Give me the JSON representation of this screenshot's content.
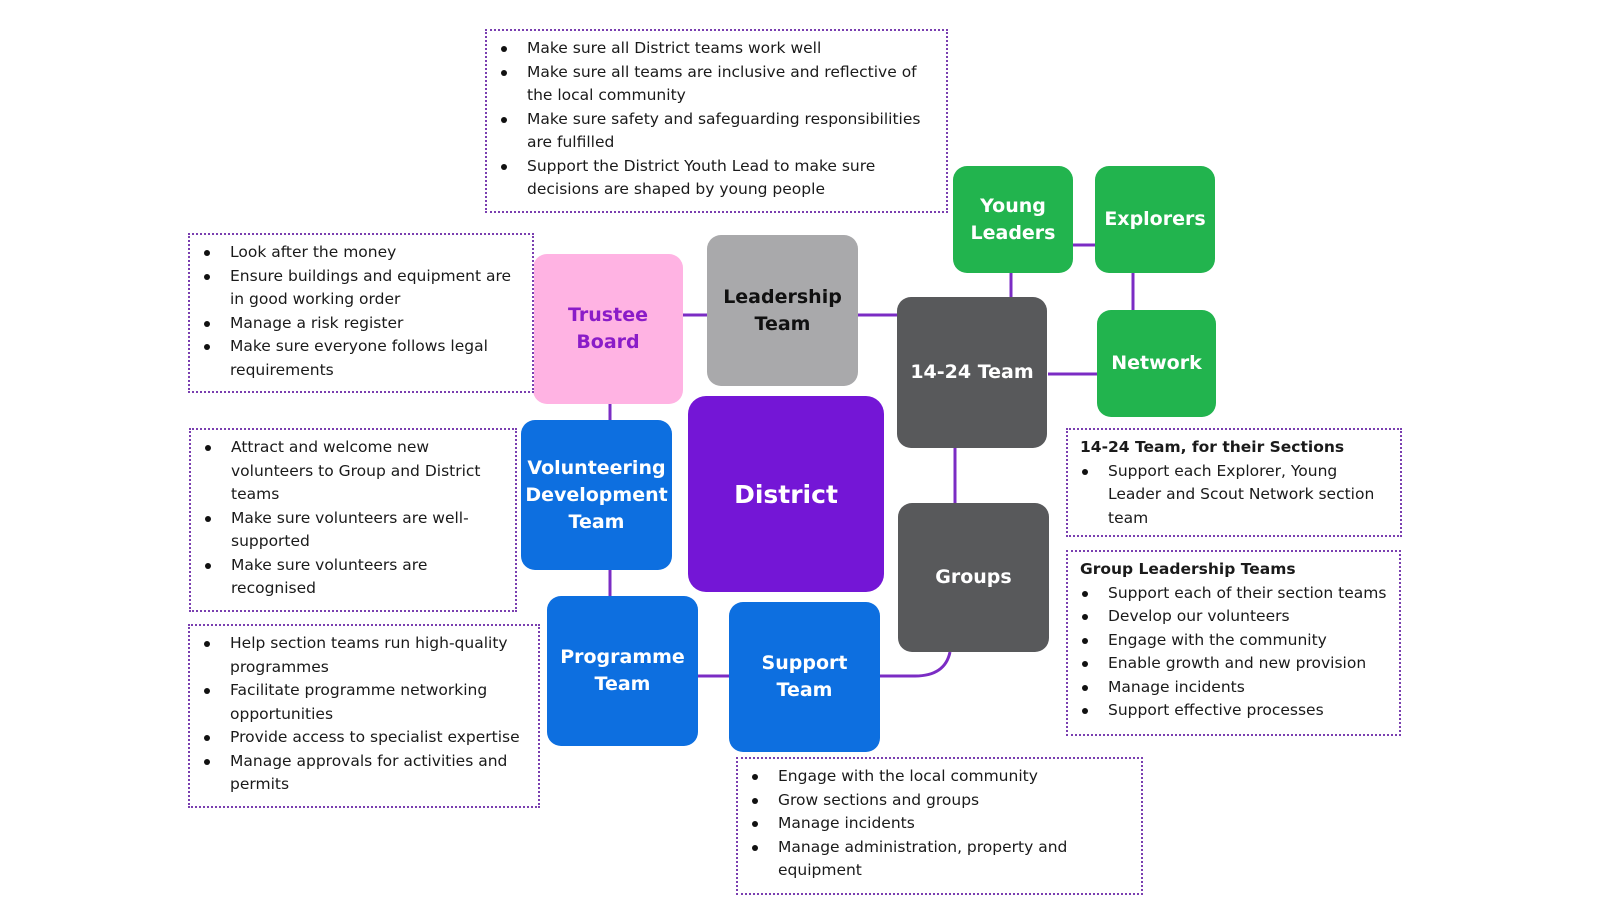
{
  "colors": {
    "connector": "#7b2cc4",
    "district": "#7416d6",
    "trustee": "#ffb3e3",
    "trustee_text": "#8a1cc8",
    "leadership": "#a9a9ab",
    "blue": "#0d6fe0",
    "dark": "#58595b",
    "green": "#22b44e",
    "note_border": "#7a3fb0"
  },
  "nodes": {
    "trustee_board": "Trustee\nBoard",
    "leadership_team": "Leadership\nTeam",
    "district": "District",
    "team_14_24": "14-24 Team",
    "young_leaders": "Young\nLeaders",
    "explorers": "Explorers",
    "network": "Network",
    "volunteering_development_team": "Volunteering\nDevelopment\nTeam",
    "groups": "Groups",
    "programme_team": "Programme\nTeam",
    "support_team": "Support\nTeam"
  },
  "notes": {
    "leadership": {
      "items": [
        "Make sure all District teams work well",
        "Make sure all teams are inclusive and reflective of the local community",
        "Make sure safety and safeguarding responsibilities are fulfilled",
        "Support the District Youth Lead to make sure decisions are shaped by young people"
      ]
    },
    "trustee": {
      "items": [
        "Look after the money",
        "Ensure buildings and equipment are in good working order",
        "Manage a risk register",
        "Make sure everyone follows legal requirements"
      ]
    },
    "volunteering": {
      "items": [
        "Attract and welcome new volunteers to Group and District teams",
        "Make sure volunteers are well-supported",
        "Make sure volunteers are recognised"
      ]
    },
    "programme": {
      "items": [
        "Help section teams run high-quality programmes",
        "Facilitate programme networking opportunities",
        "Provide access to specialist expertise",
        "Manage approvals for activities and permits"
      ]
    },
    "support": {
      "items": [
        "Engage with the local community",
        "Grow sections and groups",
        "Manage incidents",
        "Manage administration, property and equipment"
      ]
    },
    "team_14_24": {
      "title": "14-24 Team, for their Sections",
      "items": [
        "Support each Explorer, Young Leader and Scout Network section team"
      ]
    },
    "group_leadership": {
      "title": "Group Leadership Teams",
      "items": [
        "Support each of their section teams",
        "Develop our volunteers",
        "Engage with the community",
        "Enable growth and new provision",
        "Manage incidents",
        "Support effective processes"
      ]
    }
  }
}
